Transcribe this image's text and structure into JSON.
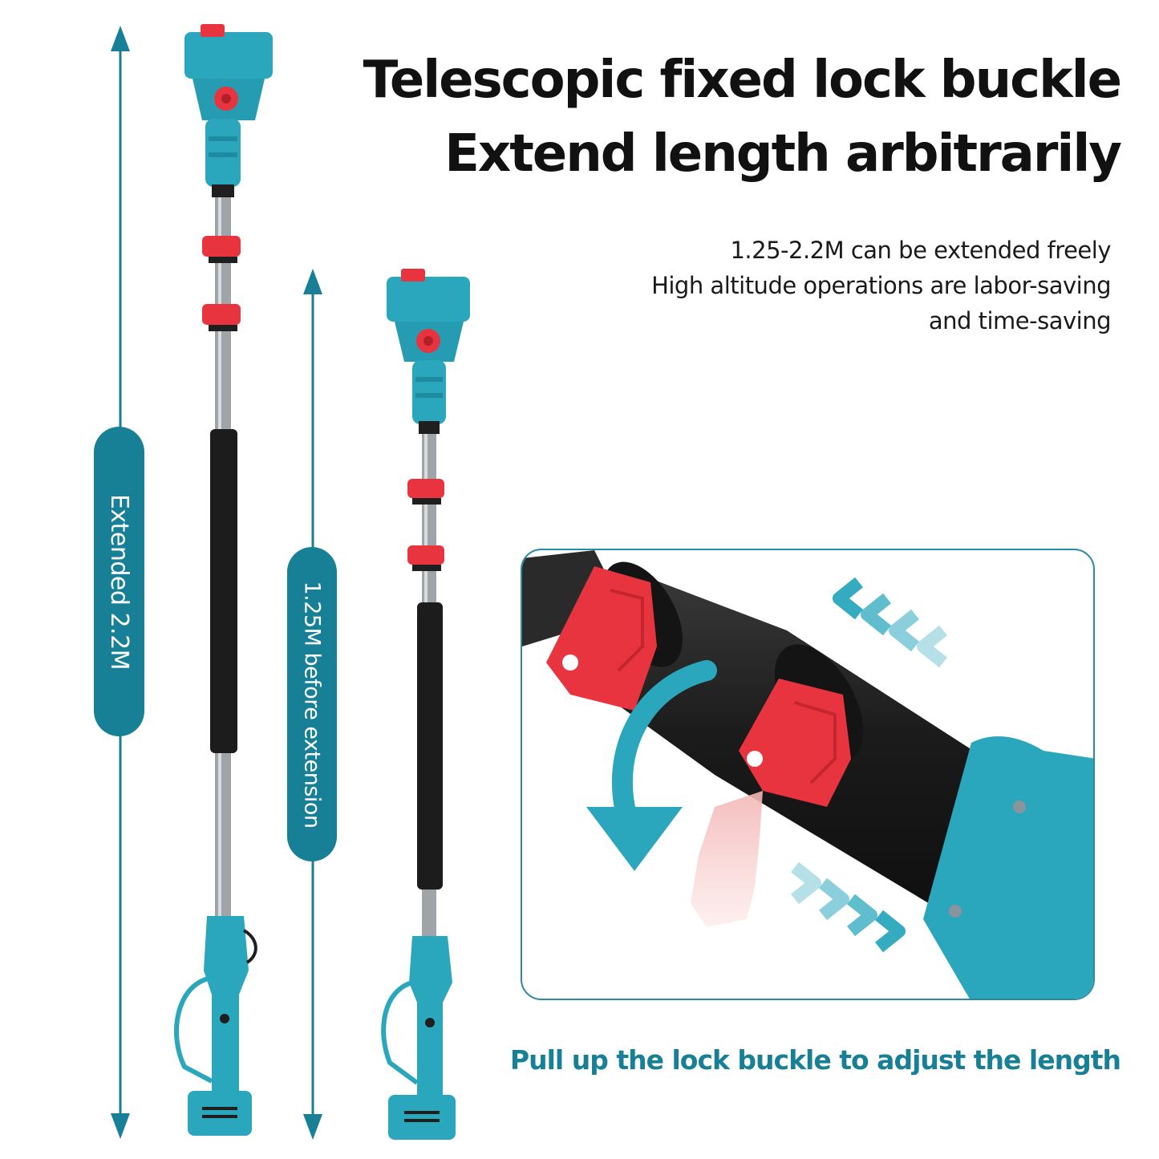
{
  "headline": {
    "line1": "Telescopic fixed lock buckle",
    "line2": "Extend length arbitrarily"
  },
  "description": {
    "line1": "1.25-2.2M can be extended freely",
    "line2": "High altitude operations are labor-saving",
    "line3": "and time-saving"
  },
  "measurements": {
    "extended_label": "Extended 2.2M",
    "before_label": "1.25M before extension"
  },
  "caption": "Pull up the lock buckle to adjust the length",
  "colors": {
    "accent": "#177f96",
    "tool_body": "#2aa7bd",
    "lock_buckle": "#e8343f",
    "pole_grip": "#1c1c1c"
  },
  "icons": {
    "arrow": "double-headed-arrow-icon",
    "rotate": "curved-arrow-icon",
    "chevrons": "chevron-arrows-icon"
  }
}
